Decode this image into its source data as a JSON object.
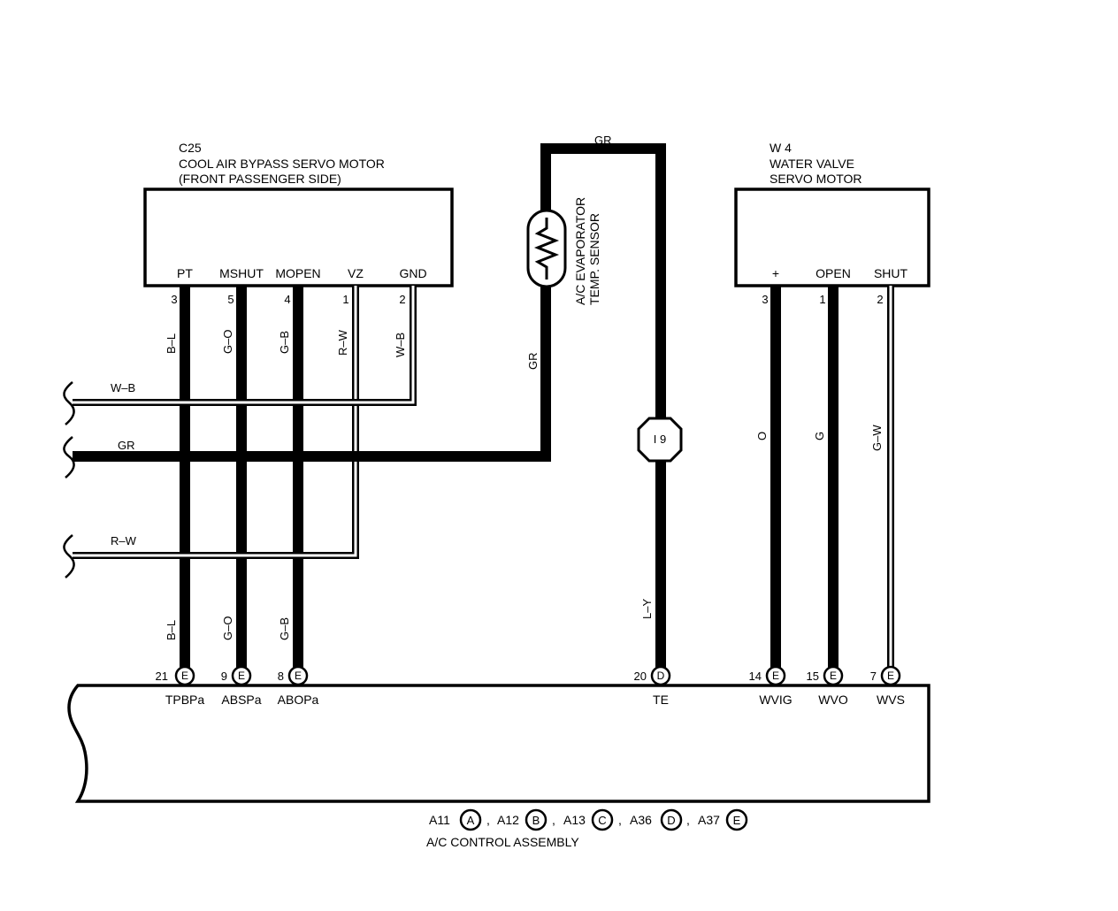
{
  "components": {
    "cool_air_servo": {
      "code": "C25",
      "name_line1": "COOL AIR BYPASS SERVO MOTOR",
      "name_line2": "(FRONT PASSENGER SIDE)",
      "pins": [
        {
          "label": "PT",
          "num": "3"
        },
        {
          "label": "MSHUT",
          "num": "5"
        },
        {
          "label": "MOPEN",
          "num": "4"
        },
        {
          "label": "VZ",
          "num": "1"
        },
        {
          "label": "GND",
          "num": "2"
        }
      ]
    },
    "water_valve_servo": {
      "code": "W 4",
      "name_line1": "WATER VALVE",
      "name_line2": "SERVO MOTOR",
      "pins": [
        {
          "label": "+",
          "num": "3"
        },
        {
          "label": "OPEN",
          "num": "1"
        },
        {
          "label": "SHUT",
          "num": "2"
        }
      ]
    },
    "evap_sensor": {
      "line1": "A/C EVAPORATOR",
      "line2": "TEMP.  SENSOR"
    },
    "control_assembly": {
      "name": "A/C CONTROL ASSEMBLY",
      "connectors": [
        {
          "code": "A11",
          "letter": "A",
          "sep": ","
        },
        {
          "code": "A12",
          "letter": "B",
          "sep": ","
        },
        {
          "code": "A13",
          "letter": "C",
          "sep": ","
        },
        {
          "code": "A36",
          "letter": "D",
          "sep": ","
        },
        {
          "code": "A37",
          "letter": "E",
          "sep": ""
        }
      ],
      "terminals": [
        {
          "num": "21",
          "letter": "E",
          "label": "TPBPa"
        },
        {
          "num": "9",
          "letter": "E",
          "label": "ABSPa"
        },
        {
          "num": "8",
          "letter": "E",
          "label": "ABOPa"
        },
        {
          "num": "20",
          "letter": "D",
          "label": "TE"
        },
        {
          "num": "14",
          "letter": "E",
          "label": "WVIG"
        },
        {
          "num": "15",
          "letter": "E",
          "label": "WVO"
        },
        {
          "num": "7",
          "letter": "E",
          "label": "WVS"
        }
      ]
    }
  },
  "junction": {
    "label": "I 9"
  },
  "wire_colors": {
    "pt_upper": "B–L",
    "mshut_upper": "G–O",
    "mopen_upper": "G–B",
    "vz": "R–W",
    "gnd": "W–B",
    "left_wb": "W–B",
    "left_gr": "GR",
    "left_rw": "R–W",
    "sensor_top": "GR",
    "sensor_left": "GR",
    "pt_lower": "B–L",
    "mshut_lower": "G–O",
    "mopen_lower": "G–B",
    "te": "L–Y",
    "wvig": "O",
    "wvo": "G",
    "wvs": "G–W"
  },
  "colors": {
    "ink": "#000000",
    "paper": "#ffffff"
  }
}
